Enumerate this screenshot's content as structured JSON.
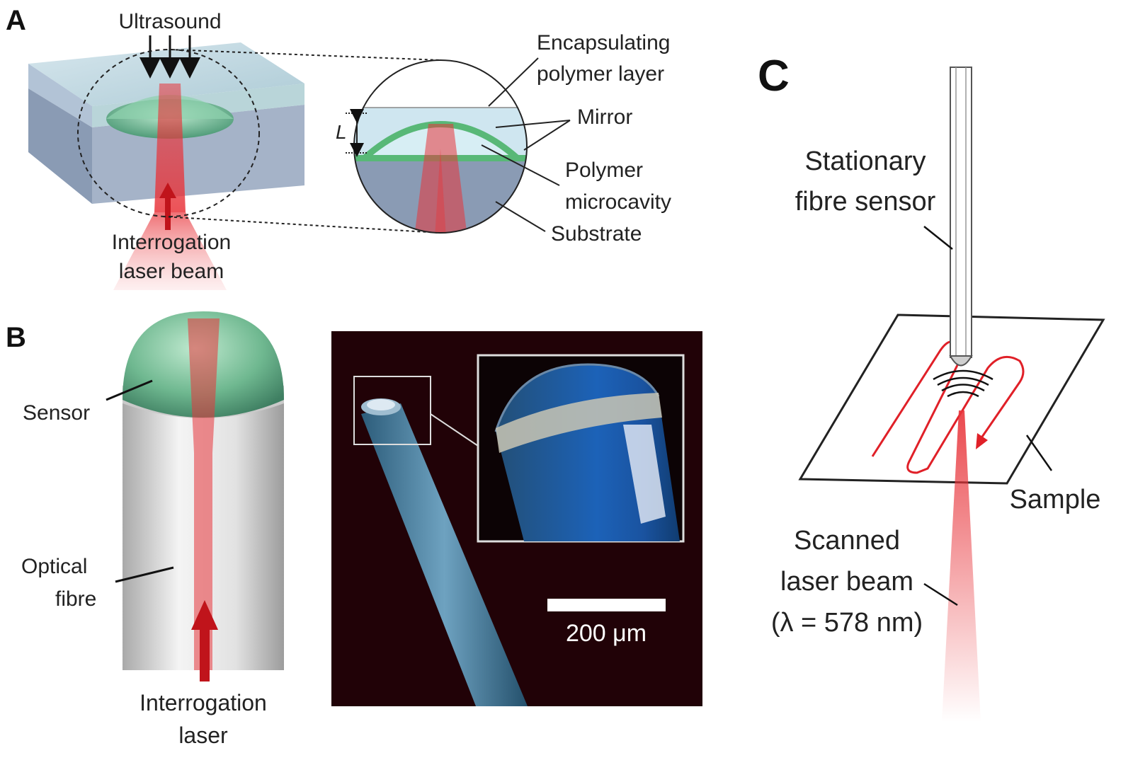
{
  "panels": {
    "a": "A",
    "b": "B",
    "c": "C"
  },
  "panel_a": {
    "ultrasound": "Ultrasound",
    "interrogation_1": "Interrogation",
    "interrogation_2": "laser beam",
    "encapsulating_1": "Encapsulating",
    "encapsulating_2": "polymer layer",
    "mirror": "Mirror",
    "cavity_thickness": "L",
    "polymer_1": "Polymer",
    "polymer_2": "microcavity",
    "substrate": "Substrate"
  },
  "panel_b": {
    "sensor": "Sensor",
    "optical_1": "Optical",
    "optical_2": "fibre",
    "interrogation_1": "Interrogation",
    "interrogation_2": "laser",
    "scale_bar": "200 μm"
  },
  "panel_c": {
    "stationary_1": "Stationary",
    "stationary_2": "fibre sensor",
    "sample": "Sample",
    "scanned_1": "Scanned",
    "scanned_2": "laser beam",
    "scanned_3": "(λ = 578 nm)"
  },
  "colors": {
    "laser_red": "#e8343a",
    "arrow_red": "#c0141b",
    "sensor_green": "#6fc99a",
    "substrate_blue": "#8a9bb4",
    "micrograph_bg": "#210207"
  }
}
